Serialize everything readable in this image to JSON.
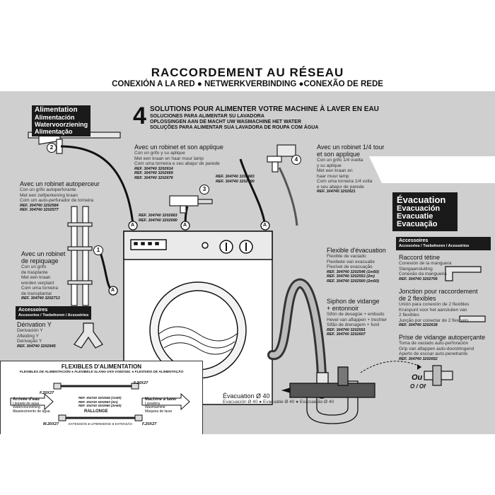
{
  "title": "RACCORDEMENT AU RÉSEAU",
  "subtitle": "CONEXIÓN A LA RED ● NETWERKVERBINDING ●CONEXÃO DE REDE",
  "alimentation_box": [
    "Alimentation",
    "Alimentación",
    "Watervoorziening",
    "Alimentação"
  ],
  "solutions": {
    "number": "4",
    "lines": [
      "SOLUTIONS POUR ALIMENTER VOTRE MACHINE À LAVER EN EAU",
      "SOLUCIONES PARA ALIMENTAR SU LAVADORA",
      "OPLOSSINGEN AAN DE MACHT UW WASMACHINE HET WATER",
      "SOLUÇÕES PARA ALIMENTAR SUA LAVADORA DE ROUPA COM ÁGUA"
    ]
  },
  "markers": {
    "n1": "1",
    "n2": "2",
    "n3": "3",
    "n4": "4",
    "a": "A"
  },
  "robinet_autoperceur": {
    "title": "Avec un robinet autoperceur",
    "sub": [
      "Con un grifo autoperforante",
      "Met een zelfperkening kraan",
      "Com um auto-perfurador de torneira"
    ],
    "refs": [
      "REF. 304740 3202584",
      "REF. 304740 3202577"
    ]
  },
  "robinet_applique": {
    "title": "Avec un robinet et son applique",
    "sub": [
      "Con un grifo y su aplique",
      "Met een kraan en haar muur lamp",
      "Com uma torneira e seu abajur de parede"
    ],
    "refs": [
      "REF. 304740 3202614",
      "REF. 304740 3202669",
      "REF. 304740 3202676"
    ]
  },
  "refs_mid": [
    "REF. 304740 3202683",
    "REF. 304740 3202690"
  ],
  "refs_right": [
    "REF. 304740 3202683",
    "REF. 304740 3202690"
  ],
  "robinet_quart": {
    "title": [
      "Avec un robinet 1/4 tour",
      "et son applique"
    ],
    "sub": [
      "Con un grifo 1/4 vuelta",
      "y su aplique",
      "Met een kraan en",
      "haar muur lamp",
      "Com uma torneira 1/4 volta",
      "e seu abajur de parede"
    ],
    "refs": [
      "REF. 304740 3202621"
    ]
  },
  "evacuation": [
    "Évacuation",
    "Evacuación",
    "Evacuatie",
    "Evacuação"
  ],
  "robinet_repiquage": {
    "title": [
      "Avec un robinet",
      "de repiquage"
    ],
    "sub": [
      "Con un grifo",
      "de trasplante",
      "Met een kraan",
      "worden verplant",
      "Com uma torneira",
      "de transplantar"
    ],
    "refs": [
      "REF. 304740 3202713"
    ]
  },
  "accessoires_left": {
    "header": "Accessoires",
    "header_sub": "Accesorios / Toebehoren / Acessórios",
    "title": "Dérivation Y",
    "sub": [
      "Derivación Y",
      "Afleiding Y",
      "Derivação Y"
    ],
    "refs": [
      "REF. 304740 3202645"
    ]
  },
  "flexible_evac": {
    "title": "Flexible d'évacuation",
    "sub": [
      "Flexible de vaciado",
      "Flexibele van evacuatie",
      "Flexível de evacuação"
    ],
    "refs": [
      "REF. 304740 3202546 (1m50)",
      "REF. 304740 3202553 (2m)",
      "REF. 304740 3202560 (2m50)"
    ]
  },
  "siphon": {
    "title": [
      "Siphon de vidange",
      "+ entonnoir"
    ],
    "sub": [
      "Sifón de desagüe + embudo",
      "Hevel van aflappen + trechter",
      "Sifão de drenagem + funil"
    ],
    "refs": [
      "REF. 304740 3202591",
      "REF. 304740 3202607"
    ]
  },
  "accessoires_right": {
    "header": "Accessoires",
    "header_sub": "Accesorios / Toebehoren / Acessórios",
    "raccord": {
      "title": "Raccord tétine",
      "sub": [
        "Conexión de la manguera",
        "Slangaansluiting",
        "Conexão da mangueira"
      ],
      "refs": [
        "REF. 304740 3202706"
      ]
    },
    "jonction": {
      "title": [
        "Jonction pour raccordement",
        "de 2 flexibles"
      ],
      "sub": [
        "Unión para conexión de 2 flexibles",
        "Kruispunt voor het aansluiten van",
        "2 flexibles",
        "Junção por conectar de 2 flexíveis"
      ],
      "refs": [
        "REF. 304740 3202638"
      ]
    },
    "prise": {
      "title": "Prise de vidange autoperçante",
      "sub": [
        "Toma de vaciado auto-perforación",
        "Grip van aflappen auto-doordringend",
        "Aperto de escoar auto-penetrante"
      ],
      "refs": [
        "REF. 304740 3202652"
      ]
    }
  },
  "ou": {
    "main": "Ou",
    "sub": "O / Of"
  },
  "evac_bottom": {
    "title": "Évacuation Ø 40",
    "sub": "Evacuación Ø 40 ● Evacuatie Ø 40 ● Evacuação Ø 40"
  },
  "flexibles": {
    "title": "FLEXIBLES D'ALIMENTATION",
    "subtitle": "FLEXIBLES DE ALIMENTACIÓN ● FLEXIBELE SLANG VAN VOEDSEL ● FLEXÍVEIS DE ALIMENTAÇÃO",
    "f1": "F.20X27",
    "f2": "F.20X27",
    "f3": "M.20X27",
    "f4": "F.20X27",
    "arrivee": [
      "Arrivée d'eau",
      "Llegada de agua",
      "Watervoorziening",
      "Abastecimento de água"
    ],
    "machine": [
      "Machine à laver",
      "Lavadora",
      "Wasmachine",
      "Máquina de lavar"
    ],
    "refs": [
      "REF. 304740 3202546 (1m50)",
      "REF. 304740 3202553 (2m)",
      "REF. 304740 3202560 (2m50)"
    ],
    "rallonge": "RALLONGE",
    "rallonge_sub": "EXTENSIÓN ● UITBREIDING ● EXTENSÃO"
  }
}
